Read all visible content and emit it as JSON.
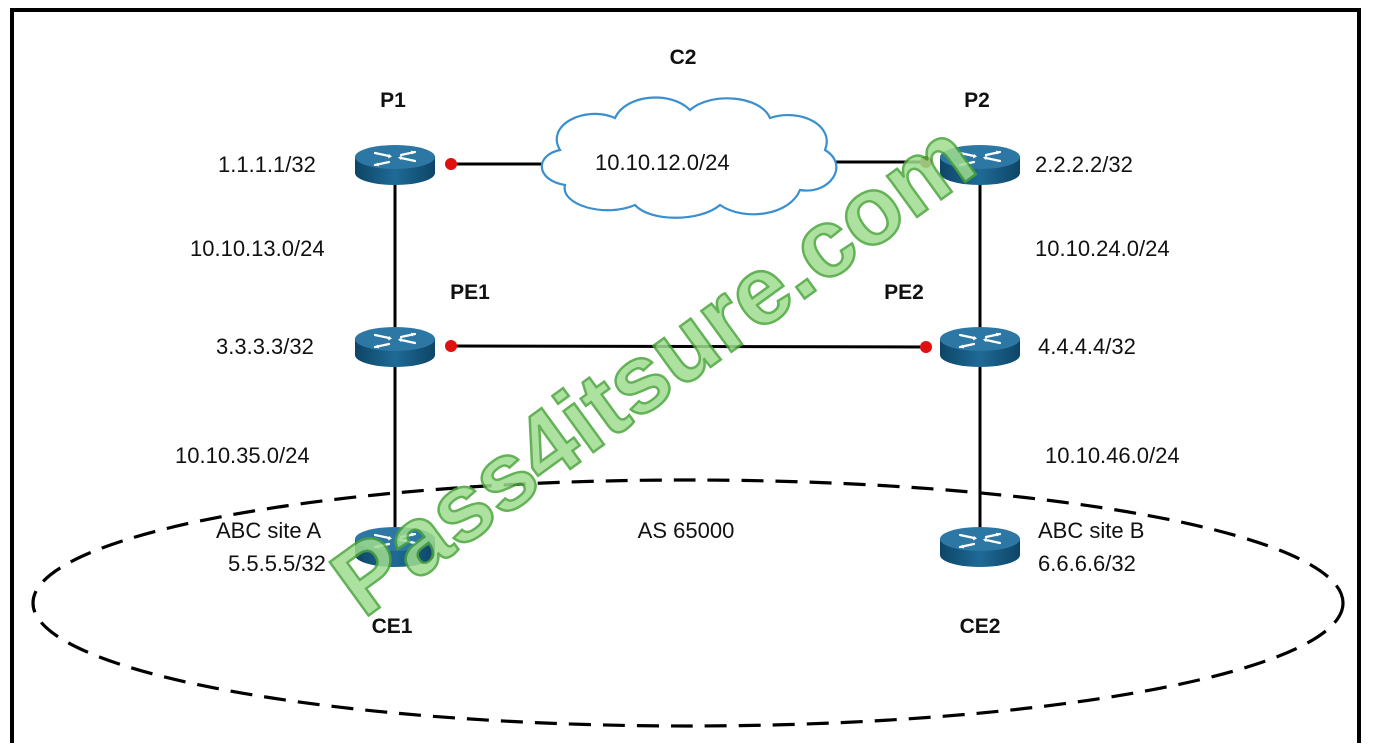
{
  "routers": {
    "p1": {
      "name": "P1",
      "ip": "1.1.1.1/32"
    },
    "p2": {
      "name": "P2",
      "ip": "2.2.2.2/32"
    },
    "pe1": {
      "name": "PE1",
      "ip": "3.3.3.3/32"
    },
    "pe2": {
      "name": "PE2",
      "ip": "4.4.4.4/32"
    },
    "ce1": {
      "name": "CE1",
      "site": "ABC site A",
      "ip": "5.5.5.5/32"
    },
    "ce2": {
      "name": "CE2",
      "site": "ABC site B",
      "ip": "6.6.6.6/32"
    }
  },
  "cloud": {
    "name": "C2",
    "subnet": "10.10.12.0/24"
  },
  "links": {
    "p1_pe1": "10.10.13.0/24",
    "p2_pe2": "10.10.24.0/24",
    "pe1_ce1": "10.10.35.0/24",
    "pe2_ce2": "10.10.46.0/24"
  },
  "as_label": "AS 65000",
  "watermark": "Pass4itsure.com",
  "colors": {
    "router": "#1f5f86",
    "router_top": "#3b7fa8",
    "endpoint": "#e01010",
    "watermark": "#9fdc8f"
  }
}
